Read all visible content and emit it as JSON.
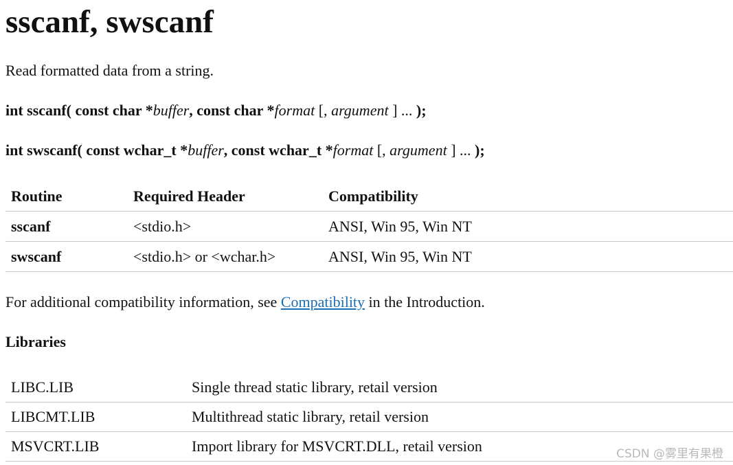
{
  "title": "sscanf, swscanf",
  "summary": "Read formatted data from a string.",
  "syntax": [
    {
      "ret": "int sscanf( ",
      "p1_type": "const char *",
      "p1_name": "buffer",
      "sep": ", ",
      "p2_type": "const char *",
      "p2_name": "format",
      "open": " [, ",
      "arg": "argument",
      "close": " ] ... ",
      "end": ");"
    },
    {
      "ret": "int swscanf( ",
      "p1_type": "const wchar_t *",
      "p1_name": "buffer",
      "sep": ", ",
      "p2_type": "const wchar_t *",
      "p2_name": "format",
      "open": " [, ",
      "arg": "argument",
      "close": " ] ... ",
      "end": ");"
    }
  ],
  "routine_table": {
    "headers": [
      "Routine",
      "Required Header",
      "Compatibility"
    ],
    "rows": [
      [
        "sscanf",
        "<stdio.h>",
        "ANSI, Win 95, Win NT"
      ],
      [
        "swscanf",
        "<stdio.h> or <wchar.h>",
        "ANSI, Win 95, Win NT"
      ]
    ]
  },
  "compat_note": {
    "before": "For additional compatibility information, see ",
    "link": "Compatibility",
    "after": " in the Introduction."
  },
  "libraries": {
    "heading": "Libraries",
    "rows": [
      [
        "LIBC.LIB",
        "Single thread static library, retail version"
      ],
      [
        "LIBCMT.LIB",
        "Multithread static library, retail version"
      ],
      [
        "MSVCRT.LIB",
        "Import library for MSVCRT.DLL, retail version"
      ]
    ]
  },
  "watermark": "CSDN @雾里有果橙",
  "colors": {
    "link": "#1a6fb5",
    "rule": "#c8c8c8"
  }
}
